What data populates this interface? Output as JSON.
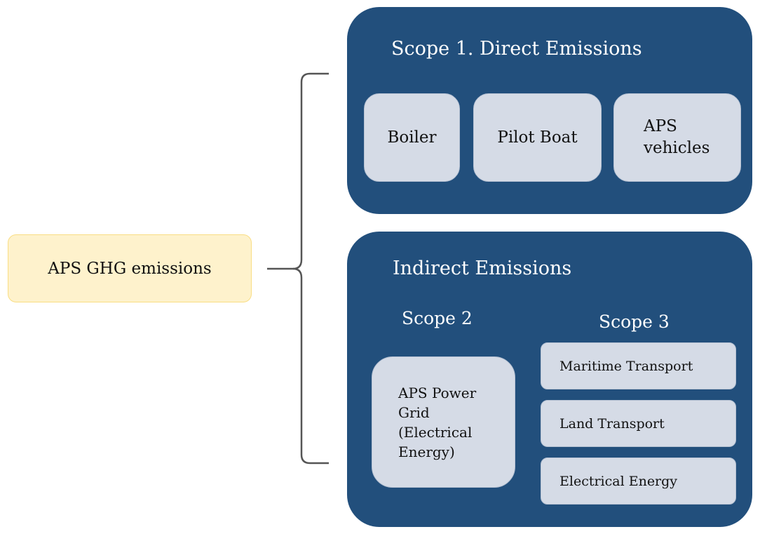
{
  "root": {
    "label": "APS GHG emissions"
  },
  "direct": {
    "title": "Scope 1. Direct Emissions",
    "items": [
      "Boiler",
      "Pilot Boat",
      "APS\nvehicles"
    ]
  },
  "indirect": {
    "title": "Indirect Emissions",
    "scope2": {
      "title": "Scope 2",
      "items": [
        "APS Power\nGrid\n(Electrical\nEnergy)"
      ]
    },
    "scope3": {
      "title": "Scope 3",
      "items": [
        "Maritime Transport",
        "Land Transport",
        "Electrical Energy"
      ]
    }
  },
  "colors": {
    "panel": "#224f7c",
    "card": "#d5dbe6",
    "root_fill": "#fef2cc",
    "root_border": "#f9dd83",
    "brace": "#555555"
  }
}
